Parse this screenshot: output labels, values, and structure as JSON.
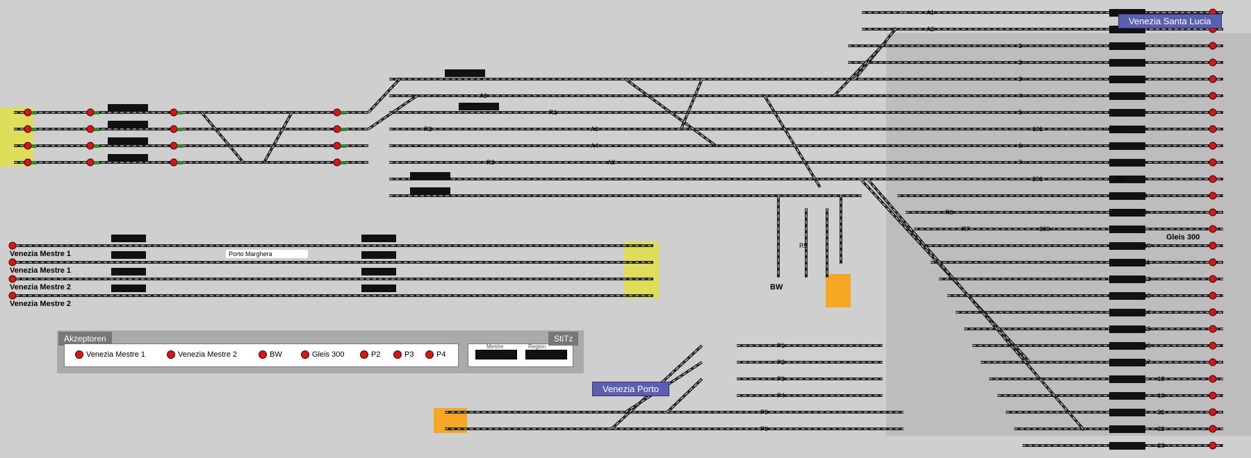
{
  "stations": {
    "santa_lucia": "Venezia Santa Lucia",
    "porto": "Venezia Porto",
    "porto_marghera": "Porto Marghera",
    "gleis300": "Gleis 300",
    "bw": "BW"
  },
  "left_names": [
    "Venezia Mestre 1",
    "Venezia Mestre 1",
    "Venezia Mestre 2",
    "Venezia Mestre 2"
  ],
  "platform_labels": [
    "- A1 -",
    "- A2 -",
    "- 1 -",
    "- 2 -",
    "- 3 -",
    "- 4 -",
    "- 5 -",
    "- 100 -",
    "- 6 -",
    "- 7 -",
    "- 8 -",
    "- 9 -",
    "- 10 -",
    "- 11 -",
    "- 12 -",
    "- 13 -",
    "- 14 -",
    "- 15 -",
    "- 16 -",
    "- 17 -",
    "- 18 -",
    "- 19 -",
    "- 21 -",
    "- 22 -",
    "- 23 -"
  ],
  "route_labels": [
    "A6",
    "R1",
    "A6",
    "- 101 -",
    "A4",
    "R2",
    "R3",
    "A3",
    "- 201 -",
    "- 200 -",
    "R6",
    "R7",
    "- 300 -",
    "R5",
    "P1",
    "P2",
    "P3",
    "P4",
    "P5",
    "P6"
  ],
  "akzeptoren": {
    "title": "Akzeptoren",
    "items": [
      "Venezia Mestre 1",
      "Venezia Mestre 2",
      "BW",
      "Gleis 300",
      "P2",
      "P3",
      "P4"
    ]
  },
  "stitz": {
    "title": "StiTz",
    "labels": [
      "Mestre",
      "Region"
    ]
  },
  "colors": {
    "background": "#cfcfcf",
    "track": "#222222",
    "signal_red": "#d41818",
    "signal_green": "#2f8a2f",
    "yellow_zone": "#dede5a",
    "orange_zone": "#f5a623",
    "station_label": "#5b5fb0"
  }
}
